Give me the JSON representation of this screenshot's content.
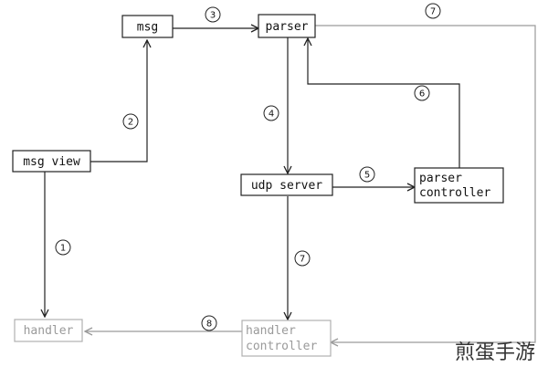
{
  "nodes": {
    "msg": "msg",
    "parser": "parser",
    "msg_view": "msg view",
    "udp_server": "udp server",
    "parser_controller_line1": "parser",
    "parser_controller_line2": "controller",
    "handler": "handler",
    "handler_controller_line1": "handler",
    "handler_controller_line2": "controller"
  },
  "steps": {
    "msg_to_parser": "3",
    "parser_to_handler_controller": "7",
    "msg_view_to_msg": "2",
    "parser_to_udp_server": "4",
    "parser_controller_to_parser": "6",
    "udp_server_to_parser_controller": "5",
    "msg_view_to_handler": "1",
    "udp_server_to_handler_controller": "7",
    "handler_controller_to_handler": "8"
  },
  "watermark": "煎蛋手游",
  "colors": {
    "line": "#222222",
    "faded": "#9a9a9a"
  }
}
